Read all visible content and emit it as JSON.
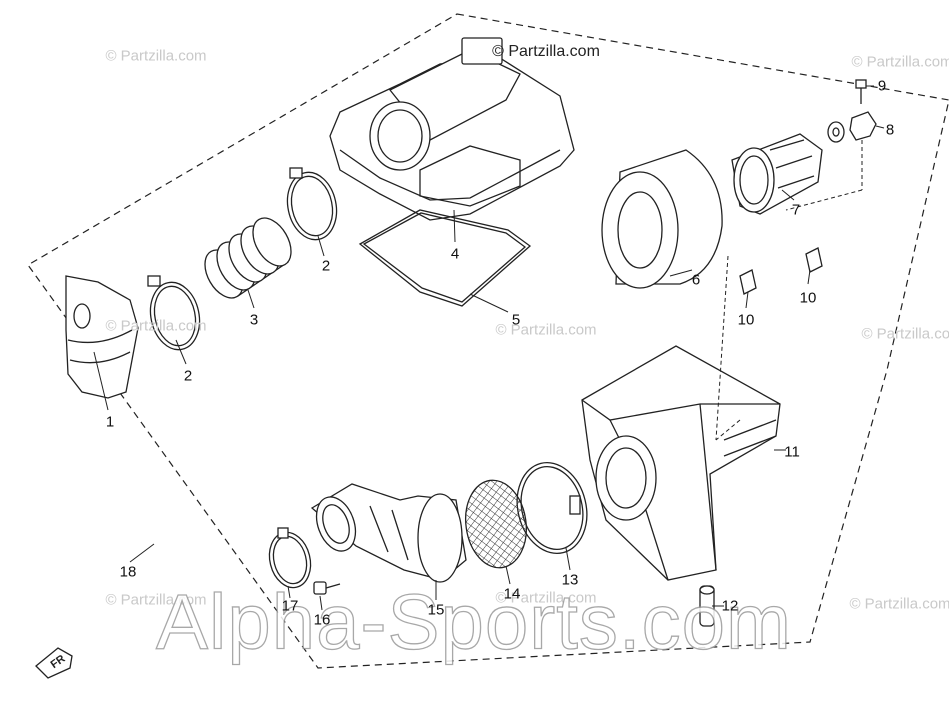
{
  "watermark": {
    "top": "© Partzilla.com",
    "repeat": "© Partzilla.com",
    "big": "Alpha-Sports.com"
  },
  "front_mark": "FR",
  "callouts": {
    "c1": "1",
    "c2a": "2",
    "c2b": "2",
    "c3": "3",
    "c4": "4",
    "c5": "5",
    "c6": "6",
    "c7": "7",
    "c8": "8",
    "c9": "9",
    "c10a": "10",
    "c10b": "10",
    "c11": "11",
    "c12": "12",
    "c13": "13",
    "c14": "14",
    "c15": "15",
    "c16": "16",
    "c17": "17",
    "c18": "18"
  }
}
